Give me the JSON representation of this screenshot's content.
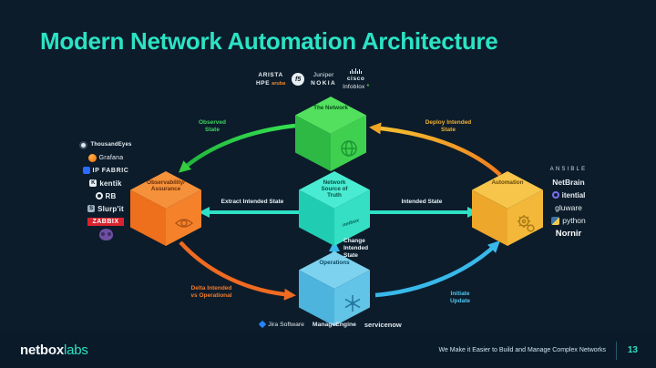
{
  "slide": {
    "title": "Modern Network Automation Architecture",
    "footer": {
      "brand_primary": "netbox",
      "brand_secondary": "labs",
      "tagline": "We Make it Easier to Build and Manage Complex Networks",
      "page_number": "13"
    }
  },
  "colors": {
    "background": "#0c1c2b",
    "title_teal": "#2be3c4",
    "cube_network_green": "#40d050",
    "cube_observability_orange": "#f0801f",
    "cube_source_of_truth_teal": "#35dfc4",
    "cube_automation_yellow": "#f3b83a",
    "cube_operations_blue": "#62c4e6",
    "arrow_green": "#35cc3f",
    "arrow_yellow": "#f0a623",
    "arrow_orange": "#f06a22",
    "arrow_blue": "#38b9ea",
    "arrow_teal": "#2ee0c6",
    "zabbix_red": "#d9232e"
  },
  "top_vendors": {
    "arista": "ARISTA",
    "hpe": "HPE",
    "aruba": "aruba",
    "f5": "f5",
    "juniper": "Juniper",
    "nokia": "NOKIA",
    "cisco": "cisco",
    "infoblox": "Infoblox"
  },
  "cubes": {
    "network": {
      "label": "The Network",
      "icon": "globe-icon"
    },
    "observability": {
      "label": "Observability/\nAssurance",
      "icon": "observability-eye-icon"
    },
    "source_of_truth": {
      "label": "Network\nSource of\nTruth",
      "icon": "netbox-wordmark",
      "wordmark": "netbox"
    },
    "automation": {
      "label": "Automation",
      "icon": "gears-icon"
    },
    "operations": {
      "label": "Operations",
      "icon": "operations-asterisk-icon"
    }
  },
  "arrow_labels": {
    "observed": "Observed\nState",
    "deploy": "Deploy Intended\nState",
    "extract": "Extract Intended State",
    "intended": "Intended State",
    "change": "Change\nIntended\nState",
    "delta": "Delta Intended\nvs Operational",
    "initiate": "Initiate\nUpdate"
  },
  "observability_vendors": [
    {
      "label": "ThousandEyes",
      "icon": "thousandeyes-icon"
    },
    {
      "label": "Grafana",
      "icon": "grafana-icon"
    },
    {
      "label": "IP FABRIC",
      "icon": "ipfabric-icon"
    },
    {
      "label": "kentik",
      "icon": "kentik-icon"
    },
    {
      "label": "RB",
      "icon": "orb-circle-icon"
    },
    {
      "label": "Slurp'it",
      "icon": "slurpit-icon"
    },
    {
      "label": "ZABBIX",
      "icon": "zabbix-red-badge"
    },
    {
      "label": "",
      "icon": "purple-owl-icon"
    }
  ],
  "automation_vendors": [
    {
      "label": "ANSIBLE"
    },
    {
      "label": "NetBrain"
    },
    {
      "label": "itential",
      "icon": "itential-icon"
    },
    {
      "label": "gluware"
    },
    {
      "label": "python",
      "icon": "python-icon"
    },
    {
      "label": "Nornir"
    }
  ],
  "itsm_vendors": [
    {
      "label": "Jira Software",
      "icon": "jira-diamond-icon"
    },
    {
      "label": "ManageEngine"
    },
    {
      "label": "servicenow"
    }
  ]
}
